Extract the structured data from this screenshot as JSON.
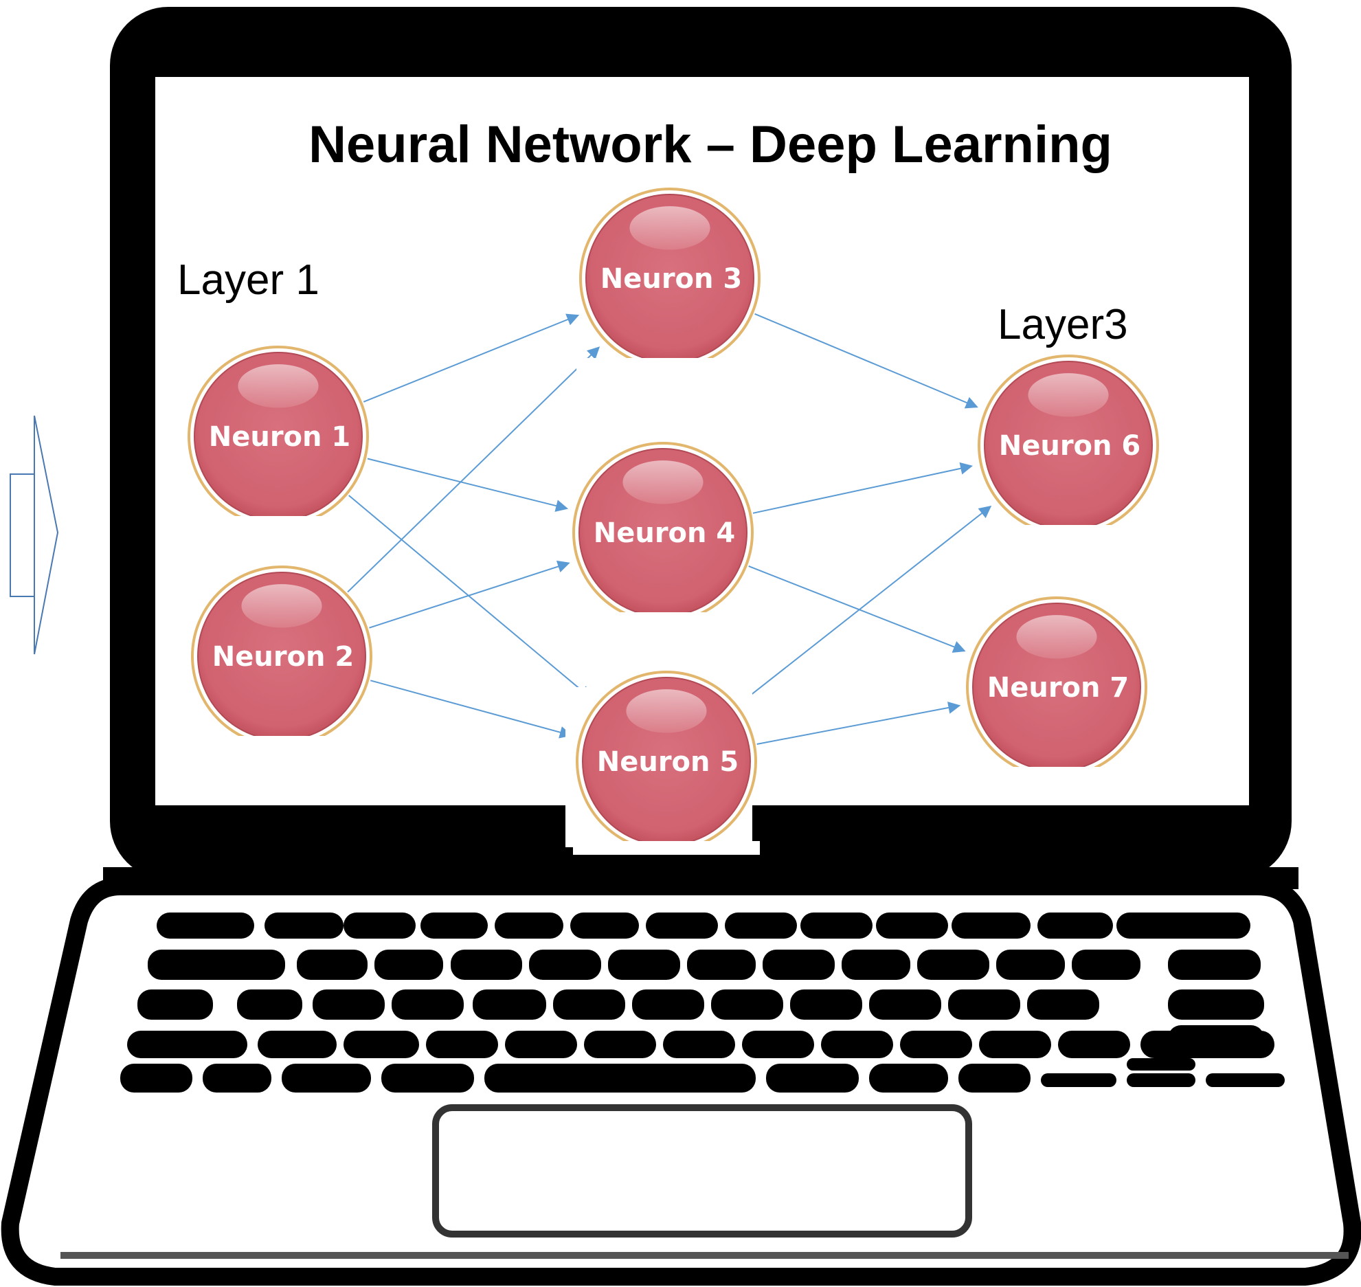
{
  "diagram": {
    "title": "Neural Network – Deep Learning",
    "layer_labels": [
      "Layer 1",
      "Layer3"
    ],
    "neurons": [
      {
        "id": "n1",
        "label": "Neuron 1"
      },
      {
        "id": "n2",
        "label": "Neuron 2"
      },
      {
        "id": "n3",
        "label": "Neuron 3"
      },
      {
        "id": "n4",
        "label": "Neuron 4"
      },
      {
        "id": "n5",
        "label": "Neuron 5"
      },
      {
        "id": "n6",
        "label": "Neuron 6"
      },
      {
        "id": "n7",
        "label": "Neuron 7"
      }
    ],
    "connections": [
      [
        "n1",
        "n3"
      ],
      [
        "n1",
        "n4"
      ],
      [
        "n1",
        "n5"
      ],
      [
        "n2",
        "n3"
      ],
      [
        "n2",
        "n4"
      ],
      [
        "n2",
        "n5"
      ],
      [
        "n3",
        "n6"
      ],
      [
        "n4",
        "n6"
      ],
      [
        "n4",
        "n7"
      ],
      [
        "n5",
        "n6"
      ],
      [
        "n5",
        "n7"
      ]
    ],
    "colors": {
      "neuron_fill": "#d16270",
      "neuron_ring": "#e2b66c",
      "arrow": "#5b9bd5",
      "laptop": "#000000",
      "screen": "#ffffff"
    }
  }
}
